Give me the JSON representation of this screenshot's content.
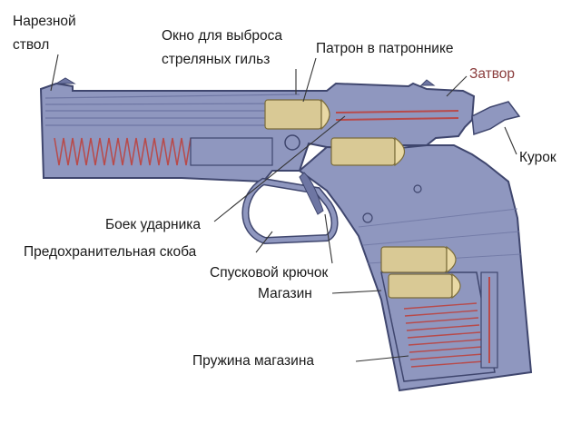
{
  "labels": {
    "barrel_line1": "Нарезной",
    "barrel_line2": "ствол",
    "ejection_line1": "Окно для выброса",
    "ejection_line2": "стреляных гильз",
    "chambered": "Патрон в патроннике",
    "slide": "Затвор",
    "hammer": "Курок",
    "firing_pin": "Боек ударника",
    "trigger_guard": "Предохранительная скоба",
    "trigger": "Спусковой крючок",
    "magazine": "Магазин",
    "magazine_spring": "Пружина магазина"
  },
  "colors": {
    "body": "#8f97bf",
    "body_dark": "#6e76a3",
    "outline": "#3f466e",
    "spring": "#b84a4a",
    "cartridge": "#d9c995",
    "cartridge_tip": "#e9d9a5",
    "label_text": "#1a1a1a",
    "slide_label": "#8a3c3c",
    "leader": "#333333"
  }
}
